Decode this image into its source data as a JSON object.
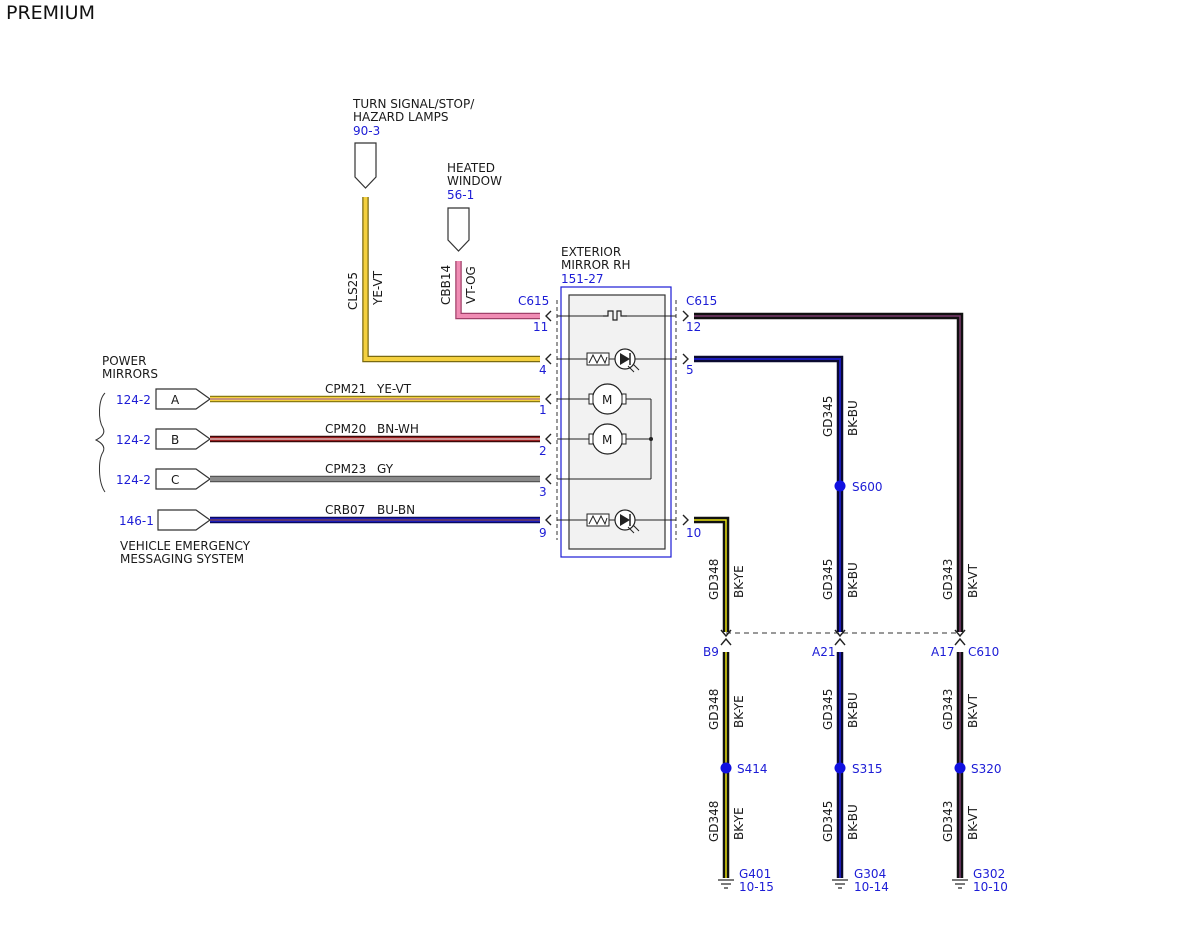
{
  "title": "PREMIUM",
  "top_sources": {
    "turn_signal": {
      "line1": "TURN SIGNAL/STOP/",
      "line2": "HAZARD LAMPS",
      "ref": "90-3"
    },
    "heated_window": {
      "line1": "HEATED",
      "line2": "WINDOW",
      "ref": "56-1"
    }
  },
  "power_mirrors_label": {
    "line1": "POWER",
    "line2": "MIRRORS"
  },
  "vems_label": {
    "line1": "VEHICLE EMERGENCY",
    "line2": "MESSAGING SYSTEM"
  },
  "left_connectors": [
    {
      "ref": "124-2",
      "pin": "A"
    },
    {
      "ref": "124-2",
      "pin": "B"
    },
    {
      "ref": "124-2",
      "pin": "C"
    },
    {
      "ref": "146-1",
      "pin": ""
    }
  ],
  "horizontal_wires": [
    {
      "circuit": "CPM21",
      "color": "YE-VT"
    },
    {
      "circuit": "CPM20",
      "color": "BN-WH"
    },
    {
      "circuit": "CPM23",
      "color": "GY"
    },
    {
      "circuit": "CRB07",
      "color": "BU-BN"
    }
  ],
  "vertical_wires": {
    "turn": {
      "circuit": "CLS25",
      "color": "YE-VT"
    },
    "heated": {
      "circuit": "CBB14",
      "color": "VT-OG"
    }
  },
  "mirror": {
    "line1": "EXTERIOR",
    "line2": "MIRROR RH",
    "ref": "151-27",
    "connector": "C615",
    "left_pins": [
      "11",
      "4",
      "1",
      "2",
      "3",
      "9"
    ],
    "right_pins": [
      "12",
      "5",
      "10"
    ],
    "motor_label": "M"
  },
  "ground_columns": [
    {
      "circuit": "GD348",
      "color": "BK-YE",
      "inline_pin": "B9",
      "splice": "S414",
      "ground": "G401",
      "ground_ref": "10-15"
    },
    {
      "circuit": "GD345",
      "color": "BK-BU",
      "inline_pin": "A21",
      "splice": "S315",
      "ground": "G304",
      "ground_ref": "10-14"
    },
    {
      "circuit": "GD343",
      "color": "BK-VT",
      "inline_pin": "A17",
      "splice": "S320",
      "ground": "G302",
      "ground_ref": "10-10"
    }
  ],
  "upper_splice": "S600",
  "inline_connector": "C610",
  "colors": {
    "yellow": "#f4d03f",
    "brown_red": "#8b1a1a",
    "gray": "#8a8a8a",
    "blue_wire": "#1a1ab8",
    "pink": "#f08cb4",
    "black": "#111111",
    "label_blue": "#1c1cd6",
    "splice_blue": "#1010e0",
    "box_fill": "#f2f2f2"
  }
}
